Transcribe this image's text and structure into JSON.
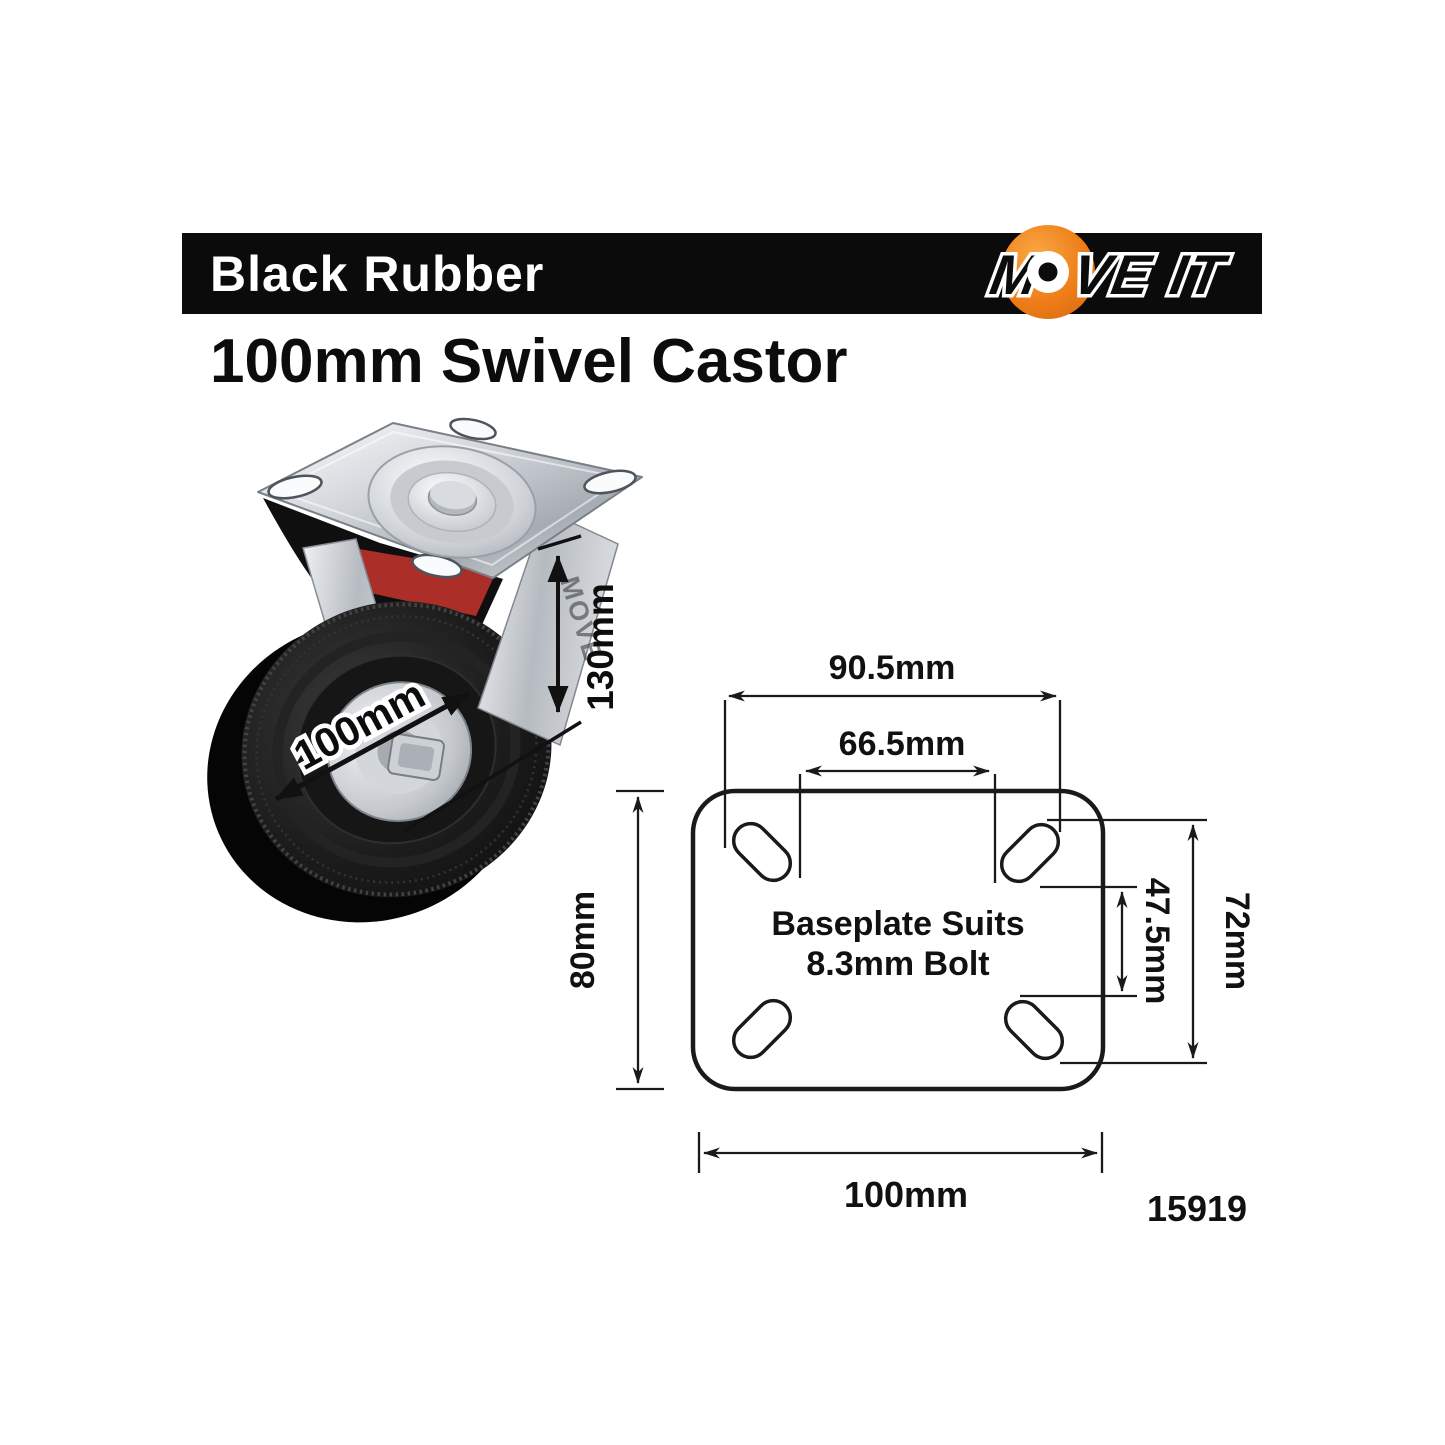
{
  "header": {
    "banner_label": "Black Rubber",
    "product_title": "100mm Swivel Castor",
    "logo": {
      "m": "M",
      "ve": "VE",
      "it": "IT"
    }
  },
  "photo": {
    "height_label": "130mm",
    "diameter_label": "100mm",
    "fork_watermark": "MOVE"
  },
  "drawing": {
    "dim_top_outer": "90.5mm",
    "dim_top_inner": "66.5mm",
    "dim_left": "80mm",
    "dim_right_inner": "47.5mm",
    "dim_right_outer": "72mm",
    "dim_bottom": "100mm",
    "note_line1": "Baseplate Suits",
    "note_line2": "8.3mm Bolt",
    "product_code": "15919"
  },
  "colors": {
    "banner_black": "#0b0b0b",
    "logo_orange": "#ee7d18",
    "accent_red": "#ab2f28",
    "line_black": "#1a1a1a",
    "metal_silver": "#c9cdd2"
  }
}
